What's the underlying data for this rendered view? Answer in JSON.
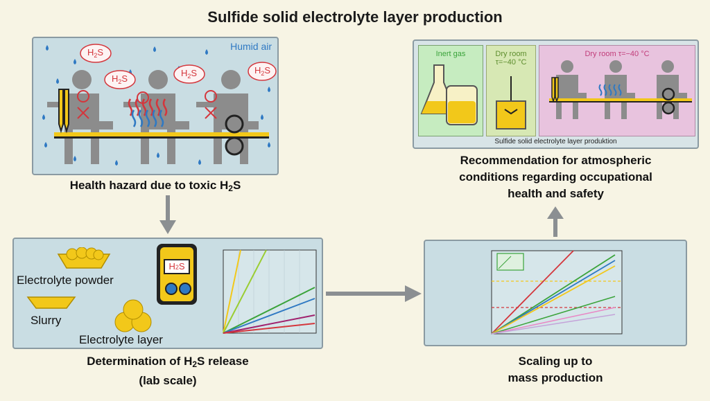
{
  "title": "Sulfide solid electrolyte layer production",
  "hazard_panel": {
    "humid_air_label": "Humid air",
    "gas_bubble": "H",
    "gas_sub": "2",
    "gas_tail": "S",
    "caption_pre": "Health hazard due to toxic H",
    "caption_sub": "2",
    "caption_post": "S"
  },
  "recommendation_panel": {
    "inert_gas_label": "Inert gas",
    "dry_room_label_line1": "Dry room",
    "dry_room_label_line2": "τ=−40 °C",
    "dry_room_wide_label": "Dry room τ=−40 °C",
    "footer": "Sulfide solid electrolyte layer produktion",
    "caption_lines": [
      "Recommendation for atmospheric",
      "conditions regarding occupational",
      "health and safety"
    ]
  },
  "lab_panel": {
    "electrolyte_powder": "Electrolyte powder",
    "slurry": "Slurry",
    "electrolyte_layer": "Electrolyte layer",
    "detector_label_pre": "H",
    "detector_label_sub": "2",
    "detector_label_post": "S",
    "caption_line1_pre": "Determination of H",
    "caption_line1_sub": "2",
    "caption_line1_post": "S release",
    "caption_line2": "(lab scale)"
  },
  "scale_panel": {
    "caption_lines": [
      "Scaling up to",
      "mass production"
    ]
  },
  "colors": {
    "background": "#f7f4e4",
    "panel_blue": "#c9dde3",
    "inert_green": "#c6ecc0",
    "dry_room_green": "#d7e8b4",
    "dry_room_pink": "#e8c3de",
    "electrolyte_yellow": "#f2c81a",
    "droplet_blue": "#2f79c3",
    "hazard_red": "#d4363c",
    "person_gray": "#8c8c8c",
    "arrow_gray": "#8b8f92"
  }
}
